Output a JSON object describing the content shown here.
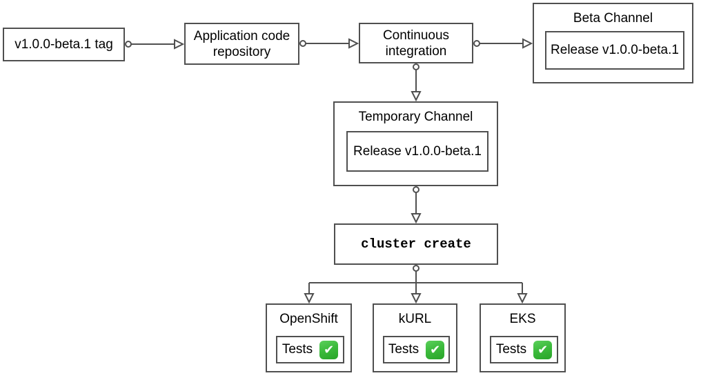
{
  "colors": {
    "background": "#ffffff",
    "stroke": "#4f4f4f",
    "text": "#000000",
    "check_green_light": "#5bd05b",
    "check_green_dark": "#28a428"
  },
  "nodes": {
    "tag": {
      "label": "v1.0.0-beta.1 tag"
    },
    "repo": {
      "label": "Application code\nrepository"
    },
    "ci": {
      "label": "Continuous\nintegration"
    },
    "beta_channel": {
      "title": "Beta Channel",
      "release_label": "Release v1.0.0-beta.1"
    },
    "temporary_channel": {
      "title": "Temporary Channel",
      "release_label": "Release v1.0.0-beta.1"
    },
    "cluster_create": {
      "label": "cluster create"
    },
    "clusters": [
      {
        "title": "OpenShift",
        "tests_label": "Tests",
        "status_icon": "check-icon"
      },
      {
        "title": "kURL",
        "tests_label": "Tests",
        "status_icon": "check-icon"
      },
      {
        "title": "EKS",
        "tests_label": "Tests",
        "status_icon": "check-icon"
      }
    ]
  },
  "icons": {
    "check_glyph": "✔"
  }
}
